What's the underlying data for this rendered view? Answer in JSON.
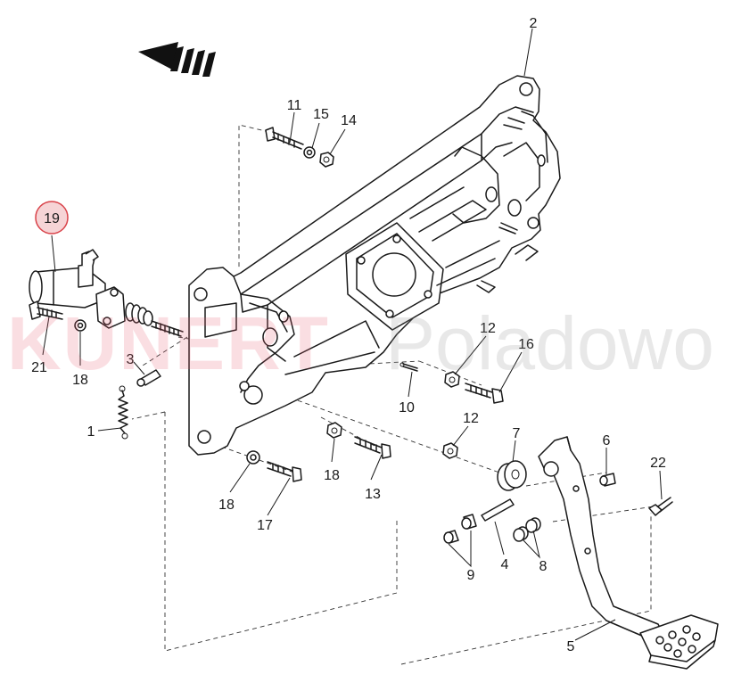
{
  "watermark": {
    "brand": "KUNERT",
    "suffix": "Poladowo"
  },
  "highlight_color": "#d9434a",
  "labels": {
    "p1": "1",
    "p2": "2",
    "p3": "3",
    "p4": "4",
    "p5": "5",
    "p6": "6",
    "p7": "7",
    "p8": "8",
    "p9": "9",
    "p10": "10",
    "p11": "11",
    "p12a": "12",
    "p12b": "12",
    "p13": "13",
    "p14": "14",
    "p15": "15",
    "p16": "16",
    "p17": "17",
    "p18a": "18",
    "p18b": "18",
    "p18c": "18",
    "p19": "19",
    "p21": "21",
    "p22": "22"
  },
  "icons": {
    "direction": "direction-arrow-icon"
  }
}
